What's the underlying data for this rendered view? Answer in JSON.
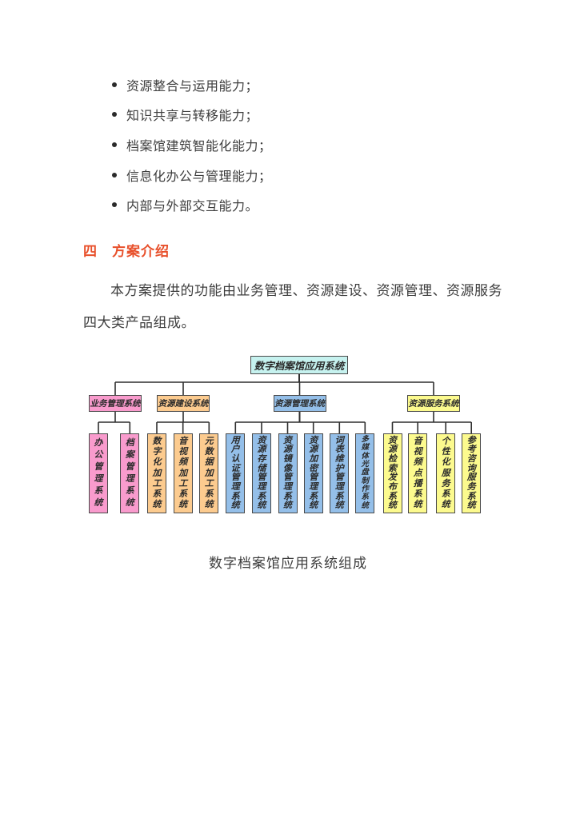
{
  "bullets": [
    "资源整合与运用能力；",
    "知识共享与转移能力；",
    "档案馆建筑智能化能力；",
    "信息化办公与管理能力；",
    "内部与外部交互能力。"
  ],
  "section": {
    "number": "四",
    "title": "方案介绍",
    "color": "#e8502b"
  },
  "paragraph": {
    "lines": [
      "本方案提供的功能由业务管理、资源建设、资源管理、资源服务",
      "四大类产品组成。"
    ]
  },
  "diagram": {
    "line_color": "#2f2f2f",
    "root": {
      "label": "数字档案馆应用系统",
      "fill": "#c6f2ef"
    },
    "groups": [
      {
        "label": "业务管理系统",
        "fill": "#f99bcd",
        "children": [
          "办公管理系统",
          "档案管理系统"
        ]
      },
      {
        "label": "资源建设系统",
        "fill": "#fccb8f",
        "children": [
          "数字化加工系统",
          "音视频加工系统",
          "元数据加工系统"
        ]
      },
      {
        "label": "资源管理系统",
        "fill": "#94bfe9",
        "children": [
          "用户认证管理系统",
          "资源存储管理系统",
          "资源镜像管理系统",
          "资源加密管理系统",
          "词表维护管理系统",
          "多媒体光盘制作系统"
        ]
      },
      {
        "label": "资源服务系统",
        "fill": "#fcfa8e",
        "children": [
          "资源检索发布系统",
          "音视频点播系统",
          "个性化服务系统",
          "参考咨询服务系统"
        ]
      }
    ]
  },
  "caption": "数字档案馆应用系统组成"
}
